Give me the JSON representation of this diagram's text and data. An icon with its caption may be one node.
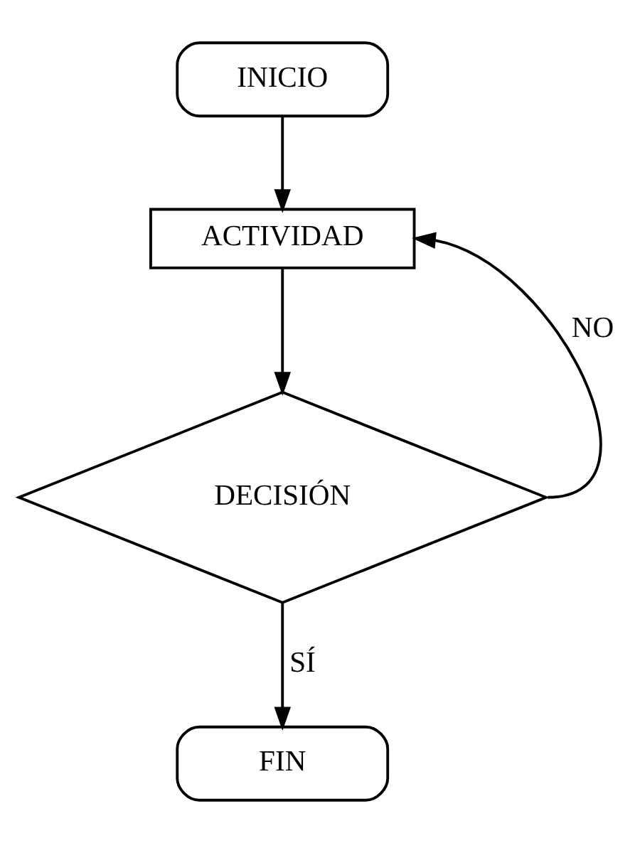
{
  "diagram": {
    "nodes": [
      {
        "text": [
          "INICIO"
        ]
      },
      {
        "text": [
          "ACTIVIDAD"
        ]
      },
      {
        "text": [
          "DECISIÓN"
        ]
      },
      {
        "text": [
          "FIN"
        ]
      }
    ],
    "edges": [
      {
        "from": 0,
        "to": 1,
        "arrow": "to"
      },
      {
        "from": 1,
        "to": 2,
        "arrow": "to"
      },
      {
        "from": 2,
        "to": 1,
        "arrow": "to",
        "label": "NO"
      },
      {
        "from": 2,
        "to": 3,
        "arrow": "to",
        "label": "SÍ"
      }
    ]
  }
}
